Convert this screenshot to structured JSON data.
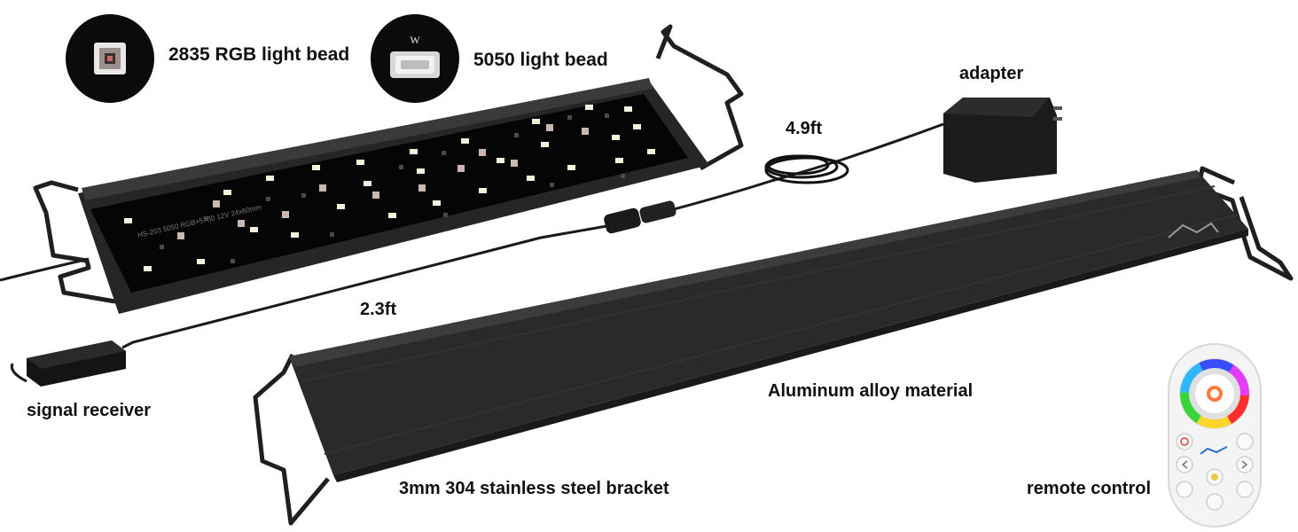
{
  "labels": {
    "rgb_bead": "2835 RGB light bead",
    "bead_5050": "5050 light bead",
    "adapter": "adapter",
    "cable_long": "4.9ft",
    "cable_short": "2.3ft",
    "signal_receiver": "signal receiver",
    "material": "Aluminum alloy material",
    "bracket": "3mm 304 stainless steel bracket",
    "remote": "remote control"
  },
  "pcb_print": "HS-203 5050 RGB+5730 12V 24x60mm",
  "bead_letter": "W",
  "colors": {
    "background": "#ffffff",
    "housing": "#2b2b2b",
    "led_panel": "#050505",
    "white_led": "#f4f1dc",
    "rgb_led": "#c9b8b0",
    "cable": "#1a1a1a",
    "remote_body": "#f4f4f4"
  }
}
